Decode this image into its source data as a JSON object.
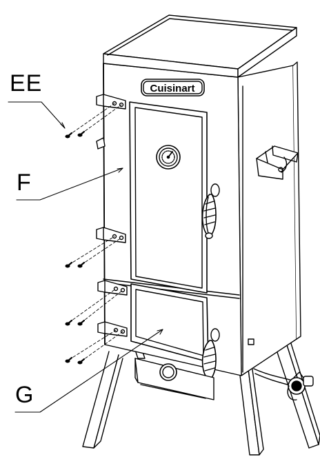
{
  "brand": {
    "logo_text": "Cuisinart"
  },
  "callouts": {
    "ee": "EE",
    "f": "F",
    "g": "G"
  },
  "colors": {
    "stroke": "#000000",
    "background": "#ffffff",
    "fill": "#ffffff"
  }
}
